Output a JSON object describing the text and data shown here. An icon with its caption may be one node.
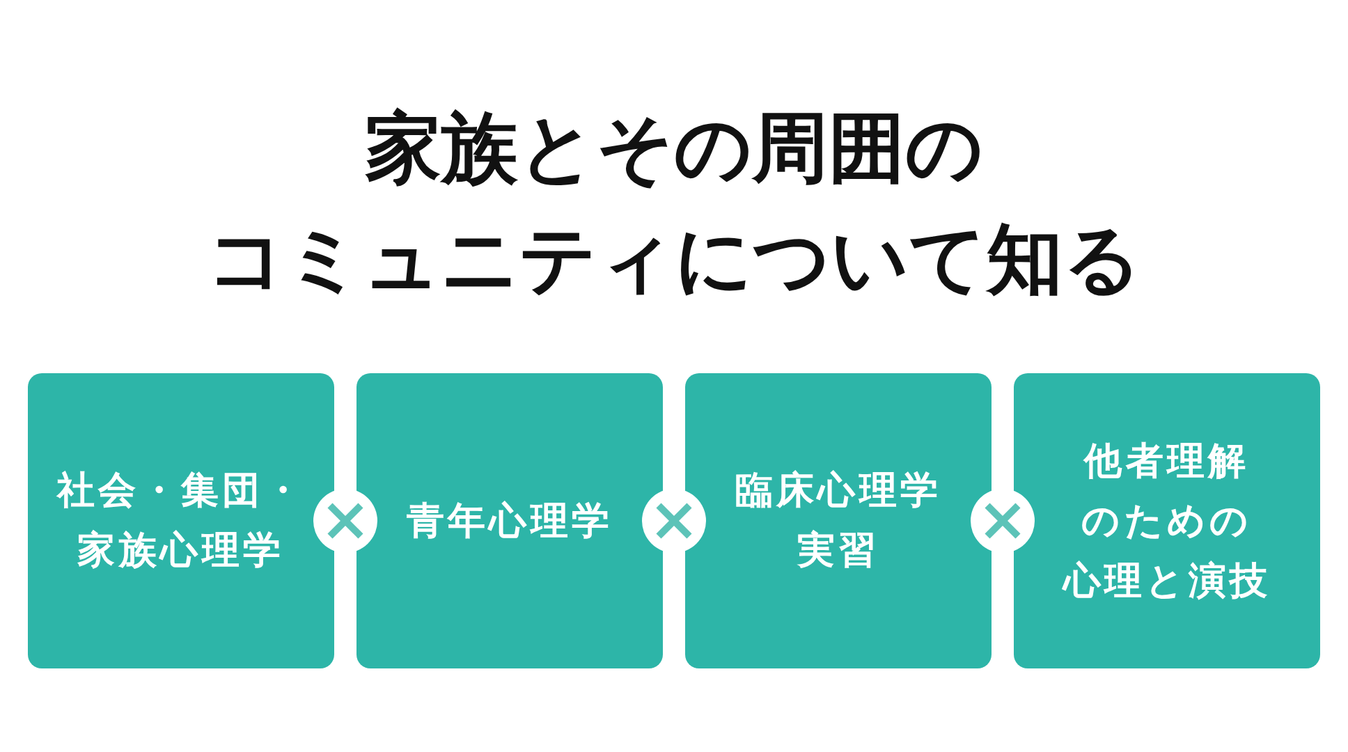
{
  "diagram": {
    "title": "家族とその周囲のコミュニティについて知る",
    "nodes": [
      {
        "text": [
          "社会・集団・家族心理学"
        ]
      },
      {
        "text": [
          "青年心理学"
        ]
      },
      {
        "text": [
          "臨床心理学実習"
        ]
      },
      {
        "text": [
          "他者理解のための心理と演技"
        ]
      }
    ]
  }
}
